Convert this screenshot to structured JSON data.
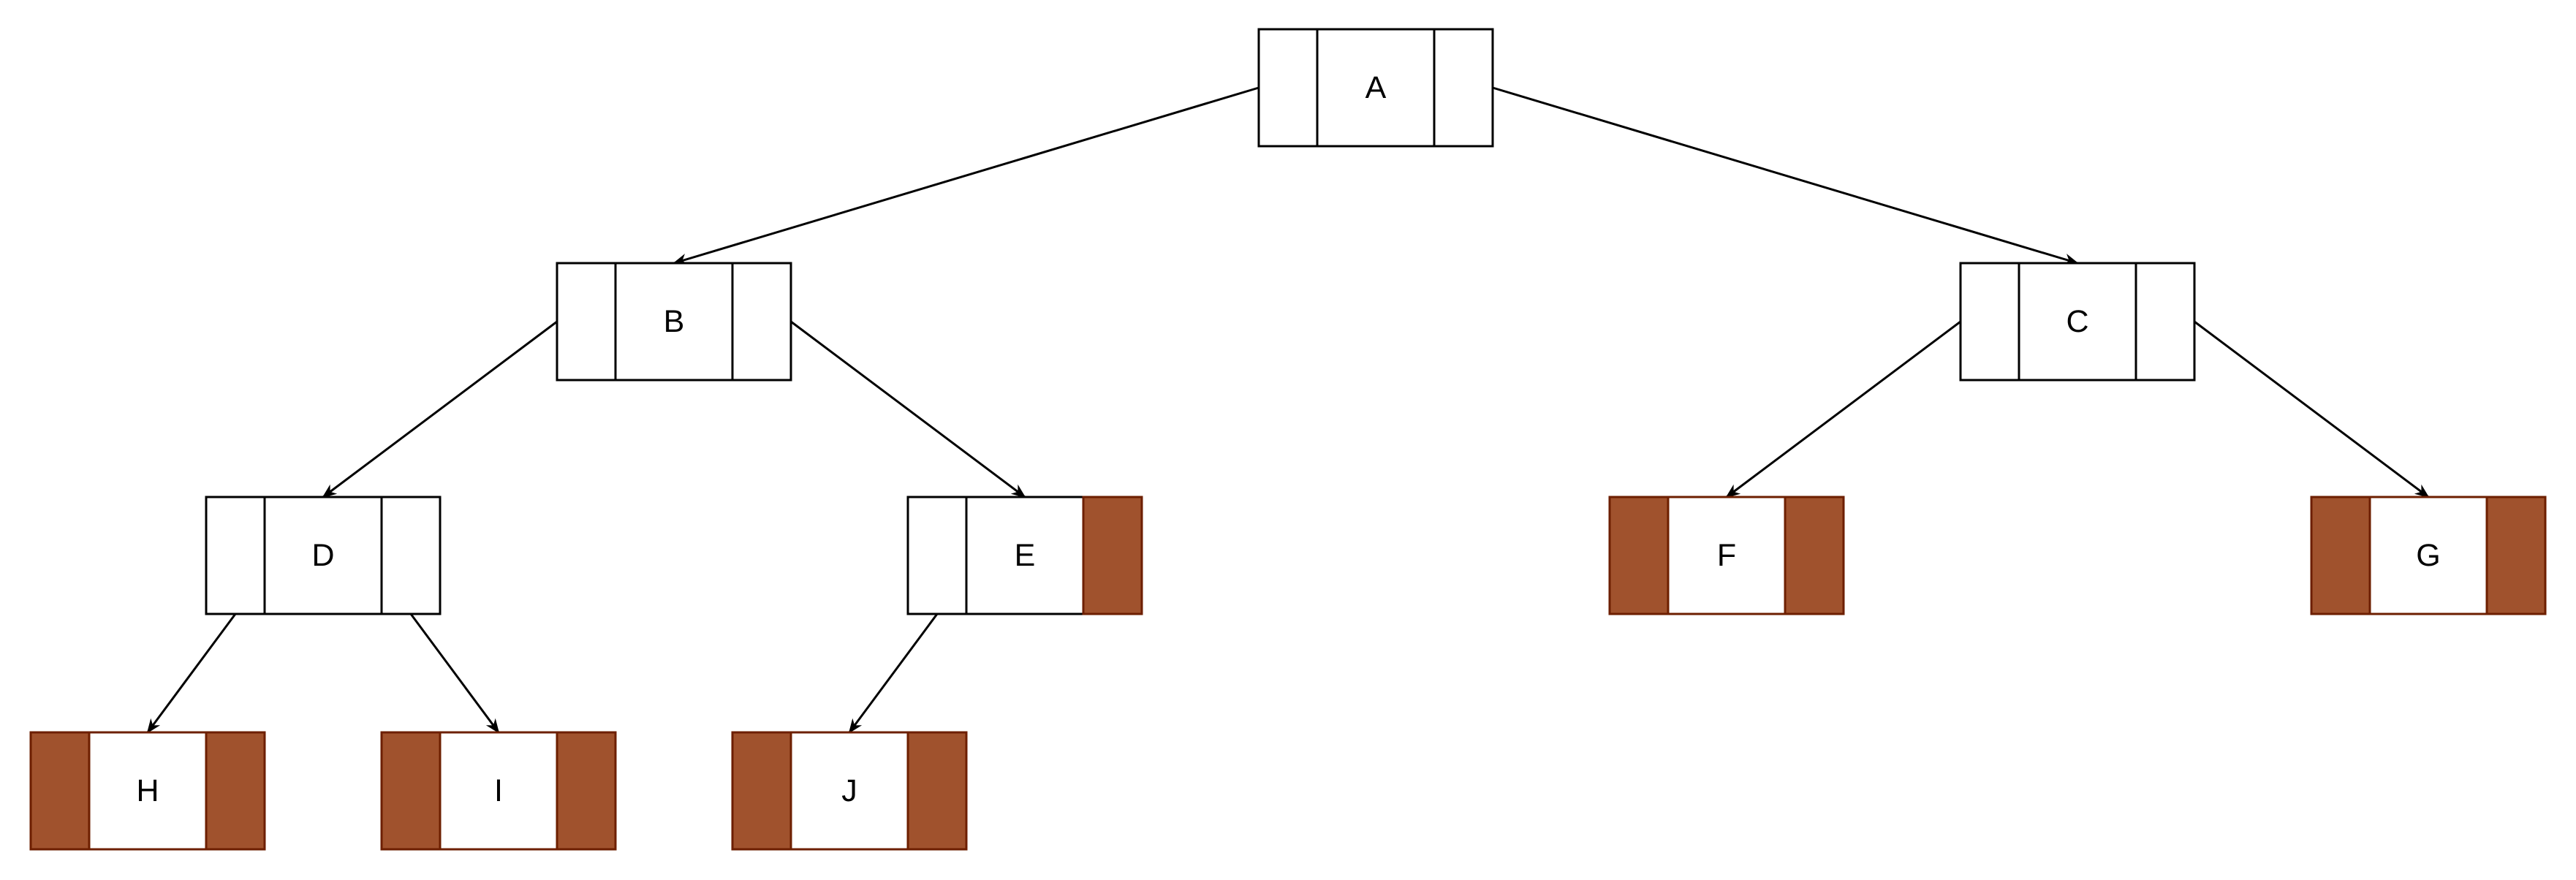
{
  "diagram": {
    "colors": {
      "background": "#ffffff",
      "stroke": "#000000",
      "null_fill": "#a0522d",
      "null_stroke": "#6d1f00",
      "edge": "#000000"
    },
    "nodes": [
      {
        "id": "A",
        "label": "A",
        "left_null": false,
        "right_null": false
      },
      {
        "id": "B",
        "label": "B",
        "left_null": false,
        "right_null": false
      },
      {
        "id": "C",
        "label": "C",
        "left_null": false,
        "right_null": false
      },
      {
        "id": "D",
        "label": "D",
        "left_null": false,
        "right_null": false
      },
      {
        "id": "E",
        "label": "E",
        "left_null": false,
        "right_null": true
      },
      {
        "id": "F",
        "label": "F",
        "left_null": true,
        "right_null": true
      },
      {
        "id": "G",
        "label": "G",
        "left_null": true,
        "right_null": true
      },
      {
        "id": "H",
        "label": "H",
        "left_null": true,
        "right_null": true
      },
      {
        "id": "I",
        "label": "I",
        "left_null": true,
        "right_null": true
      },
      {
        "id": "J",
        "label": "J",
        "left_null": true,
        "right_null": true
      }
    ],
    "edges": [
      {
        "from": "A",
        "to": "B",
        "side": "left"
      },
      {
        "from": "A",
        "to": "C",
        "side": "right"
      },
      {
        "from": "B",
        "to": "D",
        "side": "left"
      },
      {
        "from": "B",
        "to": "E",
        "side": "right"
      },
      {
        "from": "C",
        "to": "F",
        "side": "left"
      },
      {
        "from": "C",
        "to": "G",
        "side": "right"
      },
      {
        "from": "D",
        "to": "H",
        "side": "left"
      },
      {
        "from": "D",
        "to": "I",
        "side": "right"
      },
      {
        "from": "E",
        "to": "J",
        "side": "left"
      }
    ]
  }
}
